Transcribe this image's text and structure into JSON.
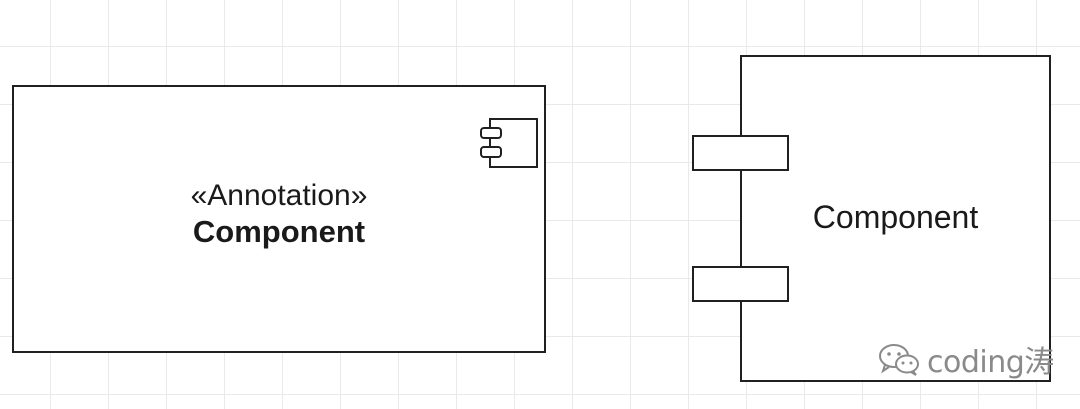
{
  "diagram": {
    "left_component": {
      "stereotype": "«Annotation»",
      "name": "Component",
      "icon": "uml-component-icon"
    },
    "right_component": {
      "name": "Component",
      "ports": 2
    }
  },
  "watermark": {
    "text": "coding涛",
    "icon": "wechat-icon"
  },
  "colors": {
    "line": "#202020",
    "grid": "#e9e9e9",
    "watermark": "#8a8a8a"
  }
}
